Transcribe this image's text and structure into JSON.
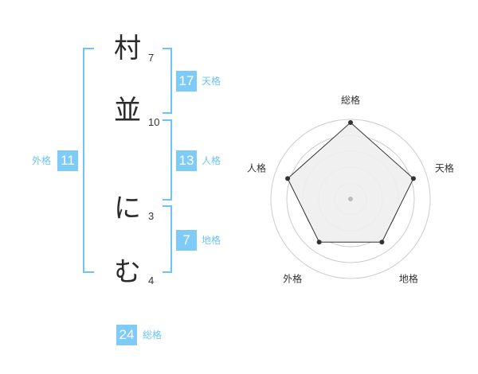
{
  "colors": {
    "accent": "#6cc3f5",
    "box": "#7fcbf7",
    "grid": "#cccccc",
    "fill": "#eeeeee",
    "stroke": "#333333"
  },
  "name": {
    "characters": [
      {
        "char": "村",
        "strokes": "7"
      },
      {
        "char": "並",
        "strokes": "10"
      },
      {
        "char": "に",
        "strokes": "3"
      },
      {
        "char": "む",
        "strokes": "4"
      }
    ]
  },
  "fortune": {
    "tenkaku": {
      "value": "17",
      "label": "天格"
    },
    "jinkaku": {
      "value": "13",
      "label": "人格"
    },
    "chikaku": {
      "value": "7",
      "label": "地格"
    },
    "gaikaku": {
      "value": "11",
      "label": "外格"
    },
    "soukaku": {
      "value": "24",
      "label": "総格"
    }
  },
  "radar": {
    "axes": [
      "総格",
      "天格",
      "地格",
      "外格",
      "人格"
    ],
    "values": [
      0.96,
      0.83,
      0.67,
      0.67,
      0.83
    ],
    "rings": 5
  }
}
